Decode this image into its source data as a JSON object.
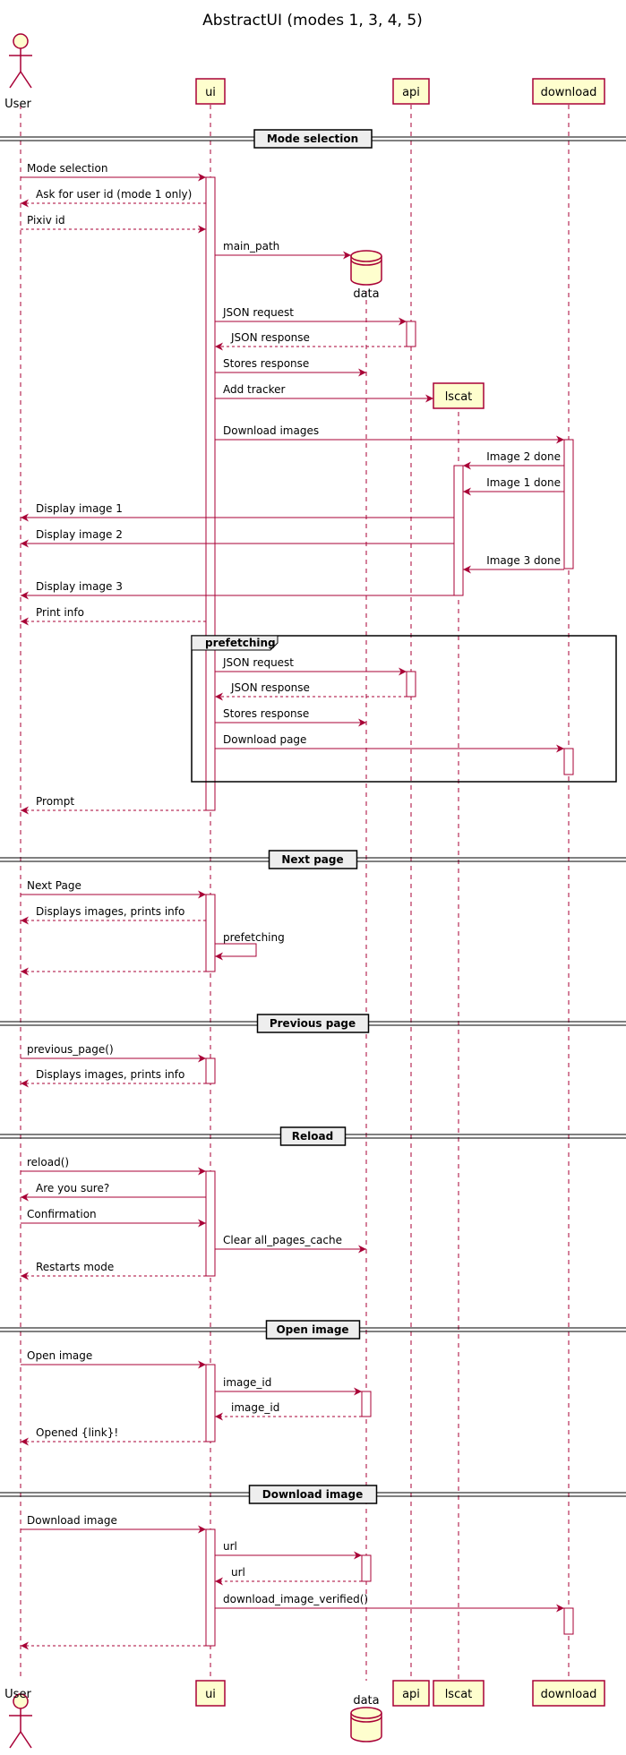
{
  "title": "AbstractUI (modes 1, 3, 4, 5)",
  "colors": {
    "arrow": "#A80036",
    "participant_fill": "#FEFECE",
    "participant_border": "#A80036",
    "lifeline": "#A80036",
    "text": "#000000",
    "divider": "#000000",
    "section_fill": "#EEEEEE"
  },
  "participants": [
    {
      "id": "user",
      "label": "User",
      "kind": "actor-icon"
    },
    {
      "id": "ui",
      "label": "ui",
      "kind": "box"
    },
    {
      "id": "data",
      "label": "data",
      "kind": "database-icon"
    },
    {
      "id": "api",
      "label": "api",
      "kind": "box"
    },
    {
      "id": "lscat",
      "label": "lscat",
      "kind": "box"
    },
    {
      "id": "download",
      "label": "download",
      "kind": "box"
    }
  ],
  "sections": [
    "Mode selection",
    "Next page",
    "Previous page",
    "Reload",
    "Open image",
    "Download image"
  ],
  "group": {
    "label": "prefetching"
  },
  "messages": [
    {
      "from": "user",
      "to": "ui",
      "label": "Mode selection",
      "style": "solid"
    },
    {
      "from": "ui",
      "to": "user",
      "label": "Ask for user id (mode 1 only)",
      "style": "dashed"
    },
    {
      "from": "user",
      "to": "ui",
      "label": "Pixiv id",
      "style": "dashed"
    },
    {
      "from": "ui",
      "to": "data",
      "label": "main_path",
      "style": "solid"
    },
    {
      "from": "ui",
      "to": "api",
      "label": "JSON request",
      "style": "solid"
    },
    {
      "from": "api",
      "to": "ui",
      "label": "JSON response",
      "style": "dashed"
    },
    {
      "from": "ui",
      "to": "data",
      "label": "Stores response",
      "style": "solid"
    },
    {
      "from": "ui",
      "to": "lscat",
      "label": "Add tracker",
      "style": "solid"
    },
    {
      "from": "ui",
      "to": "download",
      "label": "Download images",
      "style": "solid"
    },
    {
      "from": "download",
      "to": "lscat",
      "label": "Image 2 done",
      "style": "solid"
    },
    {
      "from": "download",
      "to": "lscat",
      "label": "Image 1 done",
      "style": "solid"
    },
    {
      "from": "lscat",
      "to": "user",
      "label": "Display image 1",
      "style": "solid"
    },
    {
      "from": "lscat",
      "to": "user",
      "label": "Display image 2",
      "style": "solid"
    },
    {
      "from": "download",
      "to": "lscat",
      "label": "Image 3 done",
      "style": "solid"
    },
    {
      "from": "lscat",
      "to": "user",
      "label": "Display image 3",
      "style": "solid"
    },
    {
      "from": "ui",
      "to": "user",
      "label": "Print info",
      "style": "dashed"
    },
    {
      "from": "ui",
      "to": "api",
      "label": "JSON request",
      "style": "solid"
    },
    {
      "from": "api",
      "to": "ui",
      "label": "JSON response",
      "style": "dashed"
    },
    {
      "from": "ui",
      "to": "data",
      "label": "Stores response",
      "style": "solid"
    },
    {
      "from": "ui",
      "to": "download",
      "label": "Download page",
      "style": "solid"
    },
    {
      "from": "ui",
      "to": "user",
      "label": "Prompt",
      "style": "dashed"
    },
    {
      "from": "user",
      "to": "ui",
      "label": "Next Page",
      "style": "solid"
    },
    {
      "from": "ui",
      "to": "user",
      "label": "Displays images, prints info",
      "style": "dashed"
    },
    {
      "from": "ui",
      "to": "ui",
      "label": "prefetching",
      "style": "solid"
    },
    {
      "from": "ui",
      "to": "user",
      "label": "",
      "style": "dashed"
    },
    {
      "from": "user",
      "to": "ui",
      "label": "previous_page()",
      "style": "solid"
    },
    {
      "from": "ui",
      "to": "user",
      "label": "Displays images, prints info",
      "style": "dashed"
    },
    {
      "from": "user",
      "to": "ui",
      "label": "reload()",
      "style": "solid"
    },
    {
      "from": "ui",
      "to": "user",
      "label": "Are you sure?",
      "style": "solid"
    },
    {
      "from": "user",
      "to": "ui",
      "label": "Confirmation",
      "style": "solid"
    },
    {
      "from": "ui",
      "to": "data",
      "label": "Clear all_pages_cache",
      "style": "solid"
    },
    {
      "from": "ui",
      "to": "user",
      "label": "Restarts mode",
      "style": "dashed"
    },
    {
      "from": "user",
      "to": "ui",
      "label": "Open image",
      "style": "solid"
    },
    {
      "from": "ui",
      "to": "data",
      "label": "image_id",
      "style": "solid"
    },
    {
      "from": "data",
      "to": "ui",
      "label": "image_id",
      "style": "dashed"
    },
    {
      "from": "ui",
      "to": "user",
      "label": "Opened {link}!",
      "style": "dashed"
    },
    {
      "from": "user",
      "to": "ui",
      "label": "Download image",
      "style": "solid"
    },
    {
      "from": "ui",
      "to": "data",
      "label": "url",
      "style": "solid"
    },
    {
      "from": "data",
      "to": "ui",
      "label": "url",
      "style": "dashed"
    },
    {
      "from": "ui",
      "to": "download",
      "label": "download_image_verified()",
      "style": "solid"
    },
    {
      "from": "ui",
      "to": "user",
      "label": "",
      "style": "dashed"
    }
  ]
}
